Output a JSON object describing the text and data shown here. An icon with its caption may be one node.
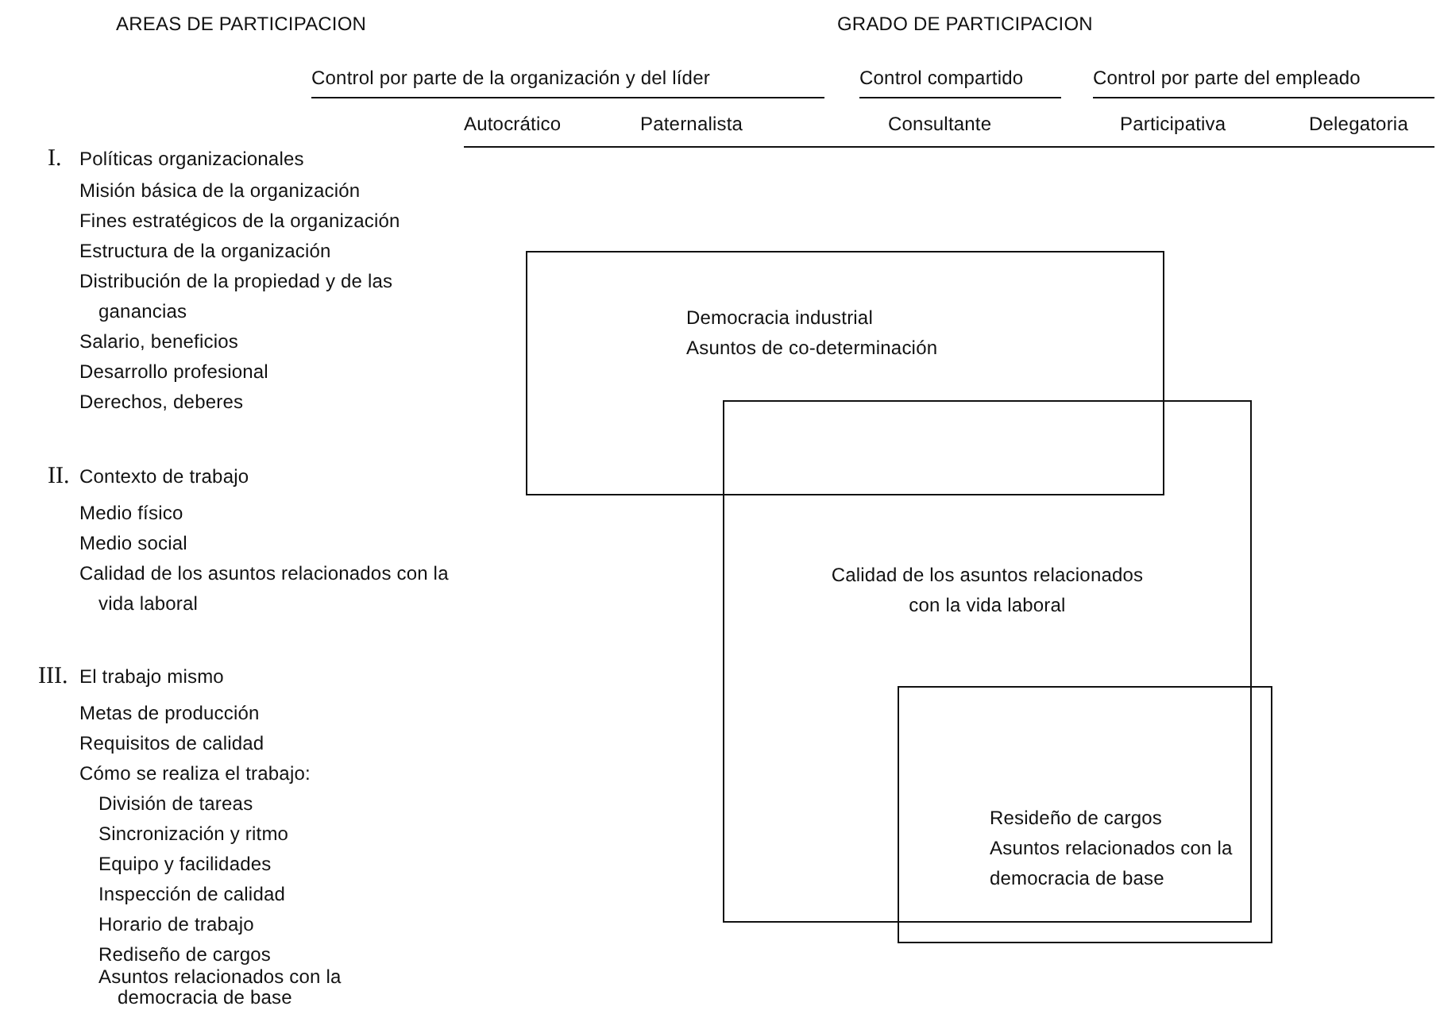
{
  "diagram": {
    "nodes": [
      {
        "text": [
          "Democracia industrial",
          "Asuntos de co-determinación"
        ]
      },
      {
        "text": [
          "Calidad de los asuntos relacionados con la vida laboral"
        ]
      },
      {
        "text": [
          "Resideño de cargos",
          "Asuntos relacionados con la democracia de base"
        ]
      }
    ],
    "labels": [
      "AREAS DE PARTICIPACION",
      "GRADO DE PARTICIPACION",
      "Control por parte de la organización y del líder",
      "Control compartido",
      "Control por parte del empleado",
      "Autocrático",
      "Paternalista",
      "Consultante",
      "Participativa",
      "Delegatoria",
      "I.",
      "Políticas organizacionales",
      "Misión básica de la organización",
      "Fines estratégicos de la organización",
      "Estructura de la organización",
      "Distribución de la propiedad y de las ganancias",
      "Salario, beneficios",
      "Desarrollo profesional",
      "Derechos, deberes",
      "II.",
      "Contexto de trabajo",
      "Medio físico",
      "Medio social",
      "Calidad de los asuntos relacionados con la vida laboral",
      "III.",
      "El trabajo mismo",
      "Metas de producción",
      "Requisitos de calidad",
      "Cómo se realiza el trabajo:",
      "División de tareas",
      "Sincronización y ritmo",
      "Equipo y facilidades",
      "Inspección de calidad",
      "Horario de trabajo",
      "Rediseño de cargos",
      "Asuntos relacionados con la democracia de base"
    ]
  }
}
